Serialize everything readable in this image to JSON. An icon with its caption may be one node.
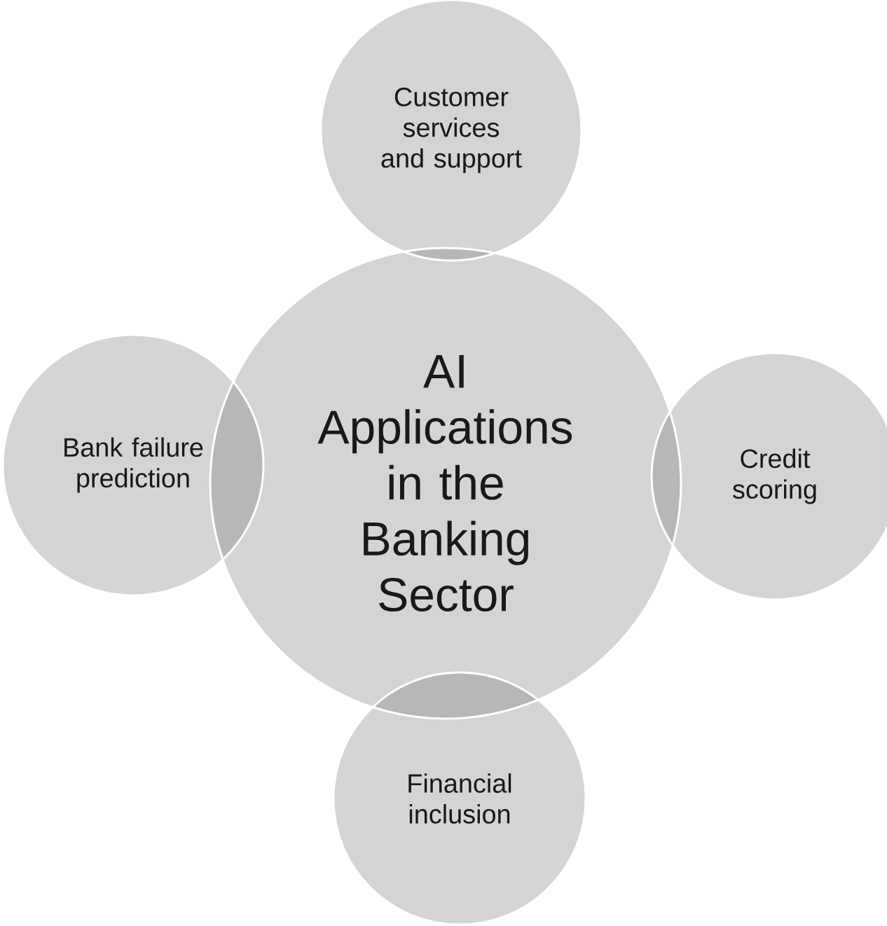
{
  "diagram": {
    "nodes": [
      {
        "text": [
          "AI Applications in the Banking Sector"
        ]
      },
      {
        "text": [
          "Customer services and support"
        ]
      },
      {
        "text": [
          "Credit scoring"
        ]
      },
      {
        "text": [
          "Financial inclusion"
        ]
      },
      {
        "text": [
          "Bank failure prediction"
        ]
      }
    ]
  }
}
